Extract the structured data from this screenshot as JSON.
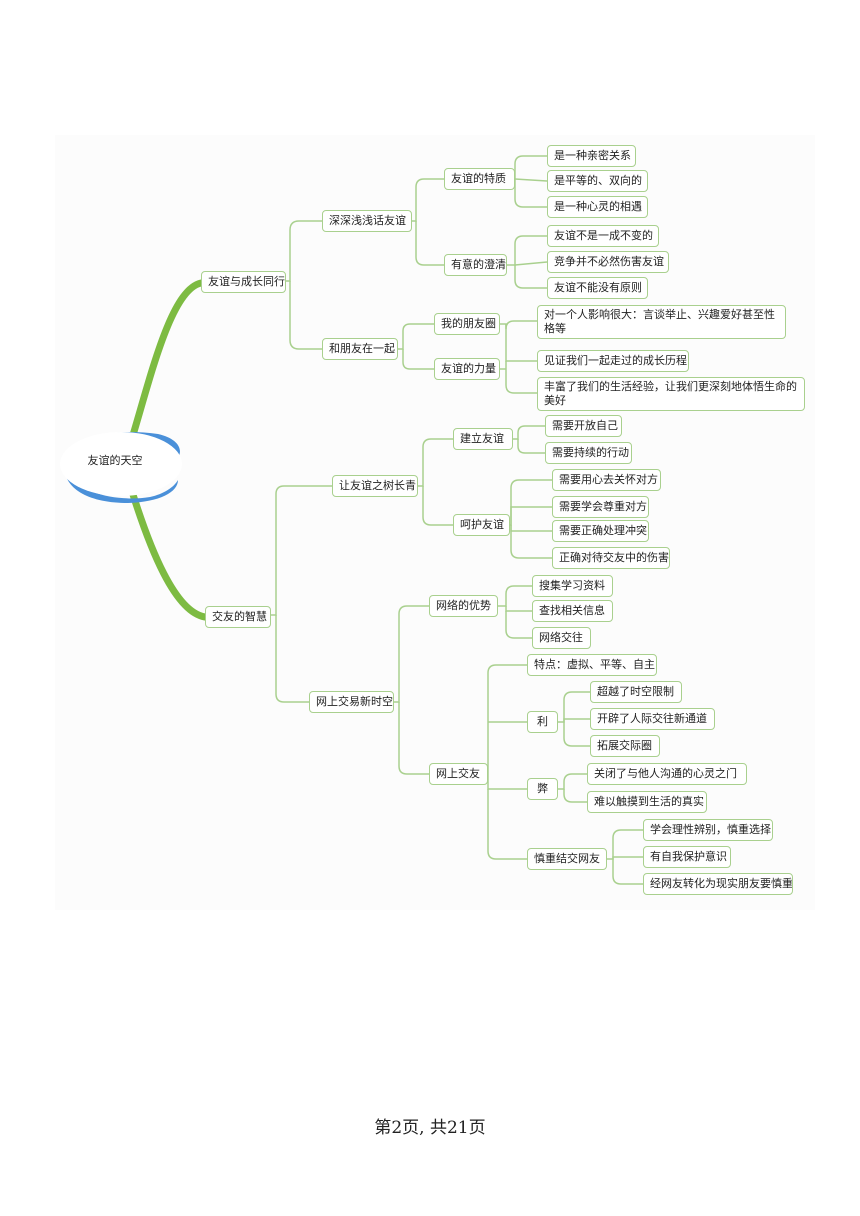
{
  "mindmap": {
    "root": "友谊的天空",
    "b1": {
      "label": "友谊与成长同行",
      "s1": {
        "label": "深深浅浅话友谊",
        "t1": {
          "label": "友谊的特质",
          "items": [
            "是一种亲密关系",
            "是平等的、双向的",
            "是一种心灵的相遇"
          ]
        },
        "t2": {
          "label": "有意的澄清",
          "items": [
            "友谊不是一成不变的",
            "竞争并不必然伤害友谊",
            "友谊不能没有原则"
          ]
        }
      },
      "s2": {
        "label": "和朋友在一起",
        "t1": {
          "label": "我的朋友圈"
        },
        "t2": {
          "label": "友谊的力量"
        },
        "items": [
          "对一个人影响很大：言谈举止、兴趣爱好甚至性格等",
          "见证我们一起走过的成长历程",
          "丰富了我们的生活经验，让我们更深刻地体悟生命的美好"
        ]
      }
    },
    "b2": {
      "label": "交友的智慧",
      "s1": {
        "label": "让友谊之树长青",
        "t1": {
          "label": "建立友谊",
          "items": [
            "需要开放自己",
            "需要持续的行动"
          ]
        },
        "t2": {
          "label": "呵护友谊",
          "items": [
            "需要用心去关怀对方",
            "需要学会尊重对方",
            "需要正确处理冲突",
            "正确对待交友中的伤害"
          ]
        }
      },
      "s2": {
        "label": "网上交易新时空",
        "t1": {
          "label": "网络的优势",
          "items": [
            "搜集学习资料",
            "查找相关信息",
            "网络交往"
          ]
        },
        "t2": {
          "label": "网上交友",
          "feature": "特点：虚拟、平等、自主",
          "pro": {
            "label": "利",
            "items": [
              "超越了时空限制",
              "开辟了人际交往新通道",
              "拓展交际圈"
            ]
          },
          "con": {
            "label": "弊",
            "items": [
              "关闭了与他人沟通的心灵之门",
              "难以触摸到生活的真实"
            ]
          },
          "careful": {
            "label": "慎重结交网友",
            "items": [
              "学会理性辨别，慎重选择",
              "有自我保护意识",
              "经网友转化为现实朋友要慎重"
            ]
          }
        }
      }
    }
  },
  "footer": "第2页, 共21页",
  "colors": {
    "line": "#a9d08e",
    "main_branch": "#7dbb42",
    "root_ring": "#4a90d9"
  }
}
